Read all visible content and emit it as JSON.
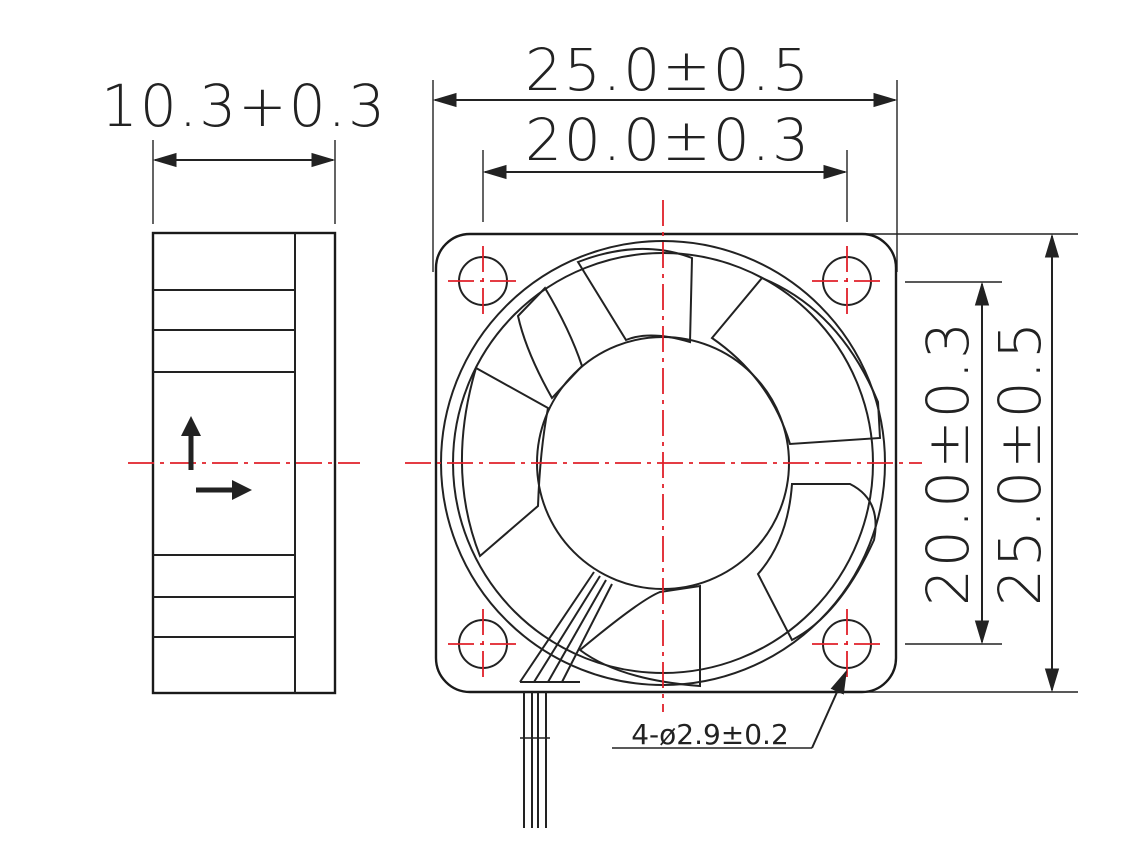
{
  "dimensions": {
    "side_width": "10.3+0.3",
    "overall_width": "25.0±0.5",
    "hole_spacing_width": "20.0±0.3",
    "hole_spacing_height": "20.0±0.3",
    "overall_height": "25.0±0.5",
    "mounting_holes": "4-ø2.9±0.2"
  },
  "colors": {
    "line": "#222222",
    "centerline": "#e0202a",
    "background": "#ffffff"
  },
  "icons": {
    "airflow_up": "arrow-up-icon",
    "rotation_right": "arrow-right-icon"
  }
}
